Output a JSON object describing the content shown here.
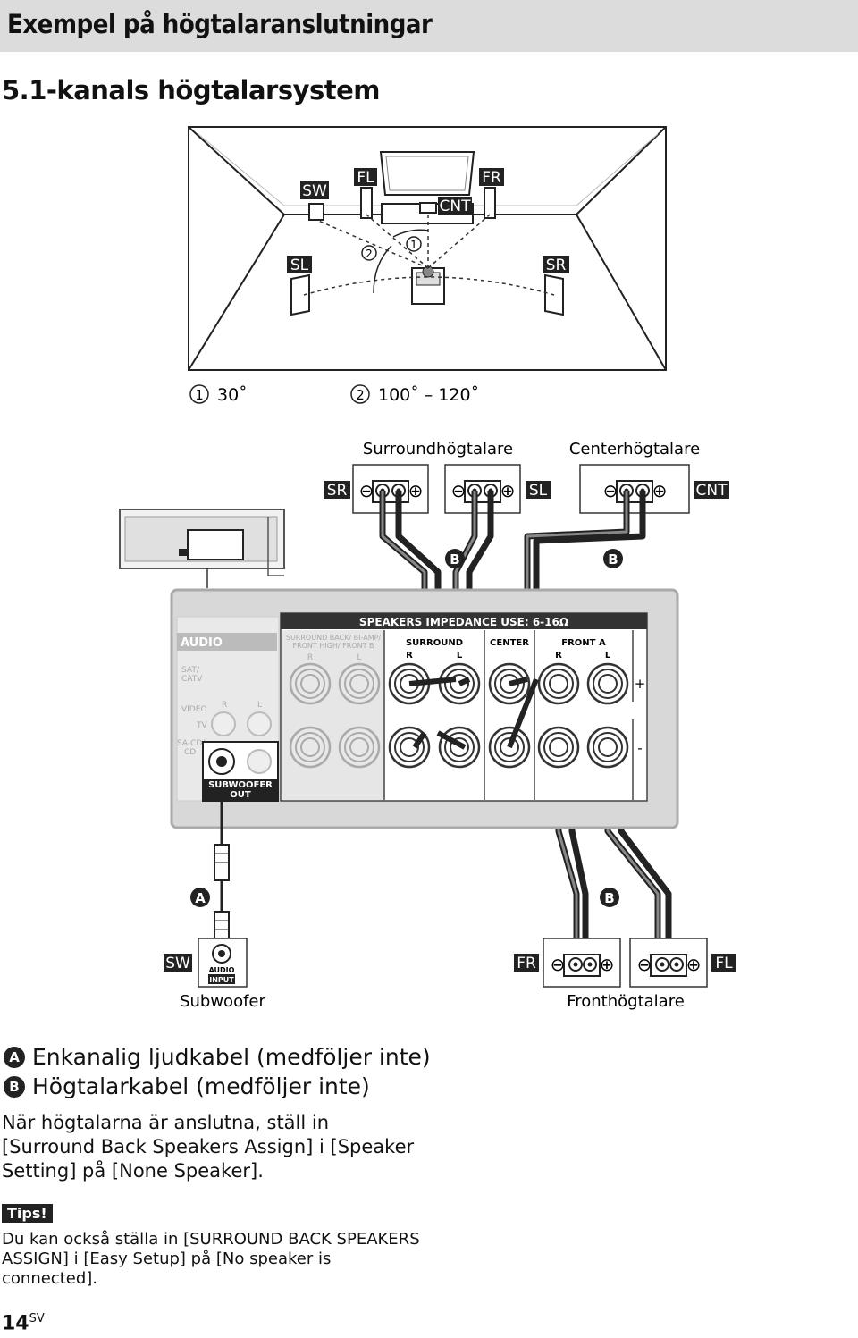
{
  "page": {
    "header_title": "Exempel på högtalaranslutningar",
    "section_title": "5.1-kanals högtalarsystem",
    "page_number": "14",
    "page_lang": "SV"
  },
  "room": {
    "labels": {
      "sw": "SW",
      "fl": "FL",
      "fr": "FR",
      "cnt": "CNT",
      "sl": "SL",
      "sr": "SR"
    },
    "angle_markers": {
      "one": "1",
      "two": "2"
    }
  },
  "angles": {
    "a1_marker": "1",
    "a1_value": "30˚",
    "a2_marker": "2",
    "a2_value": "100˚ – 120˚"
  },
  "wiring": {
    "surround_label": "Surroundhögtalare",
    "center_label": "Centerhögtalare",
    "tag_sr": "SR",
    "tag_sl": "SL",
    "tag_cnt": "CNT",
    "tag_sw": "SW",
    "tag_fr": "FR",
    "tag_fl": "FL",
    "cable_a": "A",
    "cable_b": "B",
    "panel": {
      "audio": "AUDIO",
      "sat_catv": "SAT/",
      "sat_catv2": "CATV",
      "video": "VIDEO",
      "tv": "TV",
      "sacd": "SA-CD/",
      "sacd2": "CD",
      "speakers_header": "SPEAKERS  IMPEDANCE USE: 6-16Ω",
      "surround_back": "SURROUND BACK/  BI-AMP/",
      "front_high": "FRONT HIGH/  FRONT B",
      "surround": "SURROUND",
      "center": "CENTER",
      "front_a": "FRONT A",
      "r": "R",
      "l": "L",
      "plus": "+",
      "minus": "-",
      "sub_out1": "SUBWOOFER",
      "sub_out2": "OUT"
    },
    "audio_input1": "AUDIO",
    "audio_input2": "INPUT",
    "subwoofer_label": "Subwoofer",
    "front_label": "Fronthögtalare"
  },
  "legend": {
    "a_marker": "A",
    "a_text": "Enkanalig ljudkabel (medföljer inte)",
    "b_marker": "B",
    "b_text": "Högtalarkabel (medföljer inte)"
  },
  "note": "När högtalarna är anslutna, ställ in [Surround Back Speakers Assign] i [Speaker Setting] på [None Speaker].",
  "tips": {
    "label": "Tips!",
    "text": "Du kan också ställa in [SURROUND BACK SPEAKERS ASSIGN] i [Easy Setup] på [No speaker is connected]."
  }
}
